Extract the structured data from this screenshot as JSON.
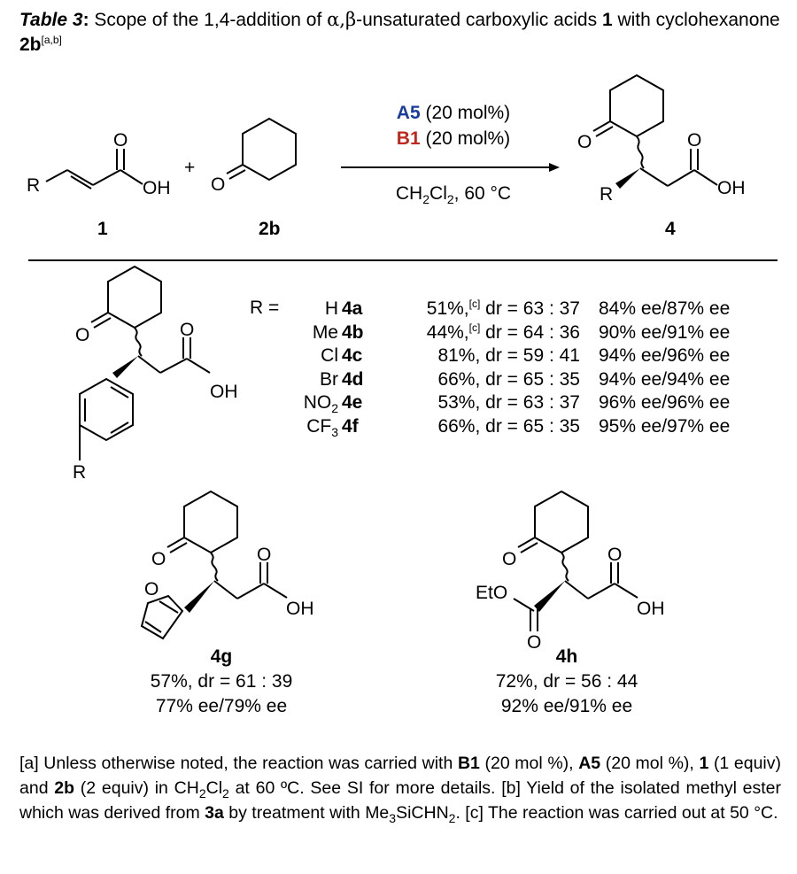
{
  "caption": {
    "table_label": "Table 3",
    "colon": ":",
    "text_a": " Scope of the 1,4-addition of ",
    "alpha_beta": "α,β",
    "text_b": "-unsaturated carboxylic acids ",
    "cmpd1": "1",
    "text_c": " with cyclohexanone ",
    "cmpd2b": "2b",
    "note": "[a,b]"
  },
  "scheme": {
    "cat_a": "A5",
    "cat_a_load": " (20 mol%)",
    "cat_b": "B1",
    "cat_b_load": " (20 mol%)",
    "solvent_ch": "CH",
    "solvent_2a": "2",
    "solvent_cl": "Cl",
    "solvent_2b": "2",
    "solvent_temp": ", 60 °C",
    "plus": "+",
    "label_1": "1",
    "label_2b": "2b",
    "label_4": "4",
    "atom_R": "R",
    "atom_O": "O",
    "atom_OH": "OH"
  },
  "substituents": {
    "r_prefix": "R =",
    "rows": [
      {
        "r": "H",
        "r_sub": "",
        "cmpd": "4a",
        "yield": "51%,",
        "note": "[c]",
        "dr": " dr = 63 : 37",
        "ee": "84% ee/87% ee"
      },
      {
        "r": "Me",
        "r_sub": "",
        "cmpd": "4b",
        "yield": "44%,",
        "note": "[c]",
        "dr": " dr = 64 : 36",
        "ee": "90% ee/91% ee"
      },
      {
        "r": "Cl",
        "r_sub": "",
        "cmpd": "4c",
        "yield": "81%,",
        "note": "",
        "dr": " dr = 59 : 41",
        "ee": "94% ee/96% ee"
      },
      {
        "r": "Br",
        "r_sub": "",
        "cmpd": "4d",
        "yield": "66%,",
        "note": "",
        "dr": " dr = 65 : 35",
        "ee": "94% ee/94% ee"
      },
      {
        "r": "NO",
        "r_sub": "2",
        "cmpd": "4e",
        "yield": "53%,",
        "note": "",
        "dr": " dr = 63 : 37",
        "ee": "96% ee/96% ee"
      },
      {
        "r": "CF",
        "r_sub": "3",
        "cmpd": "4f",
        "yield": "66%,",
        "note": "",
        "dr": " dr = 65 : 35",
        "ee": "95% ee/97% ee"
      }
    ]
  },
  "products": {
    "g": {
      "label": "4g",
      "yield": "57%, dr = 61 : 39",
      "ee": "77% ee/79% ee",
      "atom_O_ring": "O"
    },
    "h": {
      "label": "4h",
      "yield": "72%, dr = 56 : 44",
      "ee": "92% ee/91% ee",
      "atom_EtO": "EtO"
    }
  },
  "footnote": {
    "a1": "[a] Unless otherwise noted, the reaction was carried with ",
    "b1": "B1",
    "a2": " (20 mol %), ",
    "a5": "A5",
    "a3": " (20 mol %), ",
    "c1": "1",
    "a4": " (1 equiv) and ",
    "c2b": "2b",
    "a5t": " (2 equiv) in CH",
    "s2a": "2",
    "a6": "Cl",
    "s2b": "2",
    "a7": " at 60 ºC.  See SI for more details.  [b] Yield of the isolated methyl ester which was derived from ",
    "c3a": "3a",
    "a8": " by treatment with Me",
    "s3": "3",
    "a9": "SiCHN",
    "s2c": "2",
    "a10": ".  [c] The reaction was carried out at 50 °C."
  }
}
